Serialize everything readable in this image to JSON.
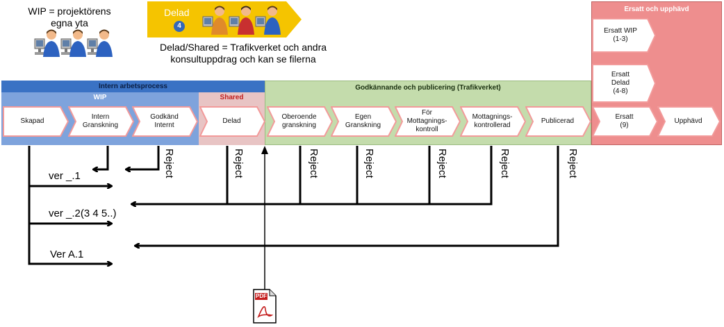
{
  "wip_note": "WIP = projektörens\negna yta",
  "delad_tag": {
    "label": "Delad",
    "number": "4"
  },
  "shared_note": "Delad/Shared = Trafikverket och andra\nkonsultuppdrag och kan se filerna",
  "bands": {
    "intern": "Intern arbetsprocess",
    "wip": "WIP",
    "shared": "Shared",
    "godkannande": "Godkännande och publicering (Trafikverket)",
    "ersatt": "Ersatt och upphävd"
  },
  "steps": [
    "Skapad",
    "Intern\nGranskning",
    "Godkänd\nInternt",
    "Delad",
    "Oberoende\ngranskning",
    "Egen\nGranskning",
    "För\nMottagnings-\nkontroll",
    "Mottagnings-\nkontrollerad",
    "Publicerad",
    "Ersatt\n(9)",
    "Upphävd"
  ],
  "ersatt_steps": [
    "Ersatt WIP\n(1-3)",
    "Ersatt\nDelad\n(4-8)"
  ],
  "reject_label": "Reject",
  "versions": [
    "ver _.1",
    "ver _.2(3 4 5..)",
    "Ver A.1"
  ],
  "pdf_label": "PDF",
  "colors": {
    "intern_header": "#3a72c4",
    "wip_panel": "#7ea3dc",
    "shared_panel": "#e8c4c4",
    "godkannande_panel": "#c4dcac",
    "ersatt_panel": "#ee8e8e",
    "chevron_border": "#f29a9a",
    "delad_tag": "#f5c400"
  }
}
